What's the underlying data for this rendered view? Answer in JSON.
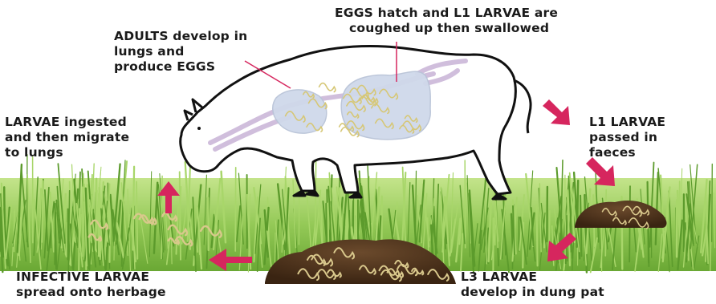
{
  "labels": {
    "eggs_hatch": [
      "EGGS hatch and L1 LARVAE are",
      "coughed up then swallowed"
    ],
    "adults": [
      "ADULTS develop in",
      "lungs and",
      "produce EGGS"
    ],
    "larvae_ingested": [
      "LARVAE ingested",
      "and then migrate",
      "to lungs"
    ],
    "l1_larvae": [
      "L1 LARVAE",
      "passed in",
      "faeces"
    ],
    "infective_larvae": [
      "INFECTIVE LARVAE",
      "spread onto herbage"
    ],
    "l3_larvae": [
      "L3 LARVAE",
      "develop in dung pat"
    ]
  },
  "colors": {
    "arrow": "#d6265e",
    "grass_light": "#a8d66a",
    "grass_dark": "#5c9b2c",
    "dung": "#5a3b22",
    "dung_dark": "#3d2614",
    "larva": "#d9c88c",
    "cow_outline": "#111111",
    "lung_fill": "#cfd9ea",
    "organ_tube": "#c8b3d6"
  }
}
